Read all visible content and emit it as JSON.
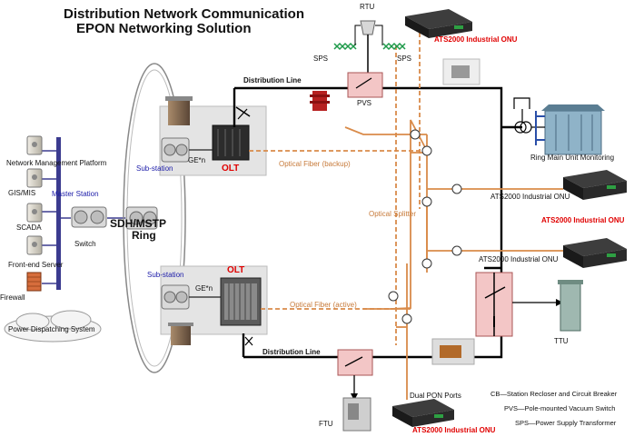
{
  "title": {
    "line1": "Distribution Network Communication",
    "line2": "EPON Networking Solution"
  },
  "top": {
    "rtu": "RTU",
    "sps_left": "SPS",
    "sps_right": "SPS",
    "pvs": "PVS",
    "onu_top": "ATS2000 Industrial ONU"
  },
  "left_panel": {
    "nmp": "Network Management Platform",
    "gis": "GIS/MIS",
    "master_station": "Master Station",
    "scada": "SCADA",
    "switch": "Switch",
    "frontend": "Front-end Server",
    "firewall": "Firewall",
    "dispatching": "Power Dispatching System",
    "ring_line1": "SDH/MSTP",
    "ring_line2": "Ring"
  },
  "substation_top": {
    "label": "Sub-station",
    "ge": "GE*n",
    "olt": "OLT"
  },
  "substation_bottom": {
    "label": "Sub-station",
    "ge": "GE*n",
    "olt": "OLT"
  },
  "lines": {
    "dist_top": "Distribution Line",
    "dist_bottom": "Distribution Line",
    "fiber_backup": "Optical Fiber (backup)",
    "fiber_active": "Optical Fiber (active)",
    "splitter": "Optical Splitter"
  },
  "right": {
    "ring_main": "Ring Main Unit Monitoring",
    "onu_r1_black": "ATS2000 Industrial ONU",
    "onu_r1_red": "ATS2000 Industrial ONU",
    "onu_r2": "ATS2000 Industrial ONU",
    "ttu": "TTU"
  },
  "bottom": {
    "dual_pon": "Dual PON Ports",
    "ftu": "FTU",
    "onu_bottom": "ATS2000 Industrial ONU"
  },
  "legend": {
    "cb": "CB—Station Recloser and Circuit Breaker",
    "pvs": "PVS—Pole-mounted Vacuum Switch",
    "sps": "SPS—Power Supply Transformer"
  },
  "colors": {
    "power_line": "#000000",
    "fiber": "#d98b4a",
    "switch_box": "#f3c6c6",
    "substation_bg": "#e4e4e4",
    "label_red": "#e00000",
    "label_blue": "#1a1aa8"
  }
}
